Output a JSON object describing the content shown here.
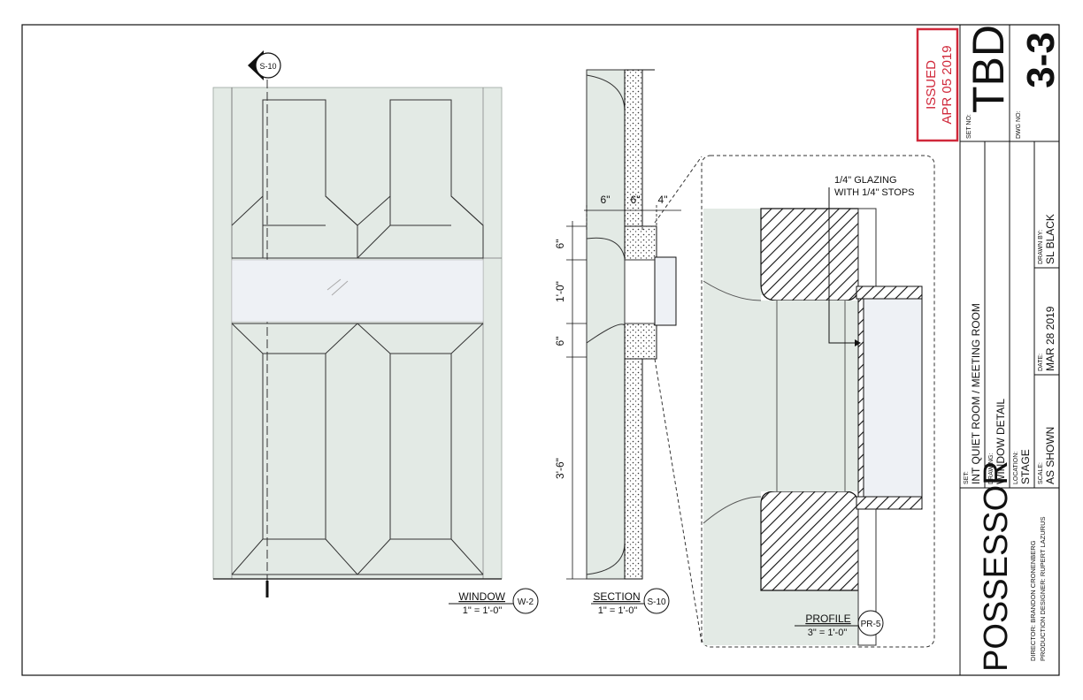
{
  "sheet": {
    "set_no_label": "SET NO:",
    "set_no": "TBD",
    "dwg_no_label": "DWG NO:",
    "dwg_no": "3-3",
    "issued_line1": "ISSUED",
    "issued_line2": "APR 05 2019",
    "set_label": "SET:",
    "set_value": "INT QUIET ROOM / MEETING ROOM",
    "drawing_label": "DRAWING:",
    "drawing_value": "WINDOW DETAIL",
    "location_label": "LOCATION:",
    "location_value": "STAGE",
    "scale_label": "SCALE:",
    "scale_value": "AS SHOWN",
    "date_label": "DATE:",
    "date_value": "MAR 28 2019",
    "drawn_by_label": "DRAWN BY:",
    "drawn_by_value": "SL BLACK",
    "project": "POSSESSOR",
    "credit1": "DIRECTOR: BRANDON CRONENBERG",
    "credit2": "PRODUCTION DESIGNER: RUPERT LAZURUS",
    "colors": {
      "issued_red": "#d0283a",
      "wall_fill": "#e3eae5",
      "glass_fill": "#eef1f5",
      "line": "#111111"
    }
  },
  "views": {
    "window": {
      "title": "WINDOW",
      "scale": "1\" = 1'-0\"",
      "tag": "W-2",
      "section_marker": "S-10"
    },
    "section": {
      "title": "SECTION",
      "scale": "1\" = 1'-0\"",
      "tag": "S-10",
      "dims_top": [
        "6\"",
        "6\"",
        "4\""
      ],
      "dims_left": [
        "6\"",
        "1'-0\"",
        "6\"",
        "3'-6\""
      ]
    },
    "profile": {
      "title": "PROFILE",
      "scale": "3\" = 1'-0\"",
      "tag": "PR-5",
      "note_line1": "1/4\" GLAZING",
      "note_line2": "WITH 1/4\" STOPS"
    }
  }
}
